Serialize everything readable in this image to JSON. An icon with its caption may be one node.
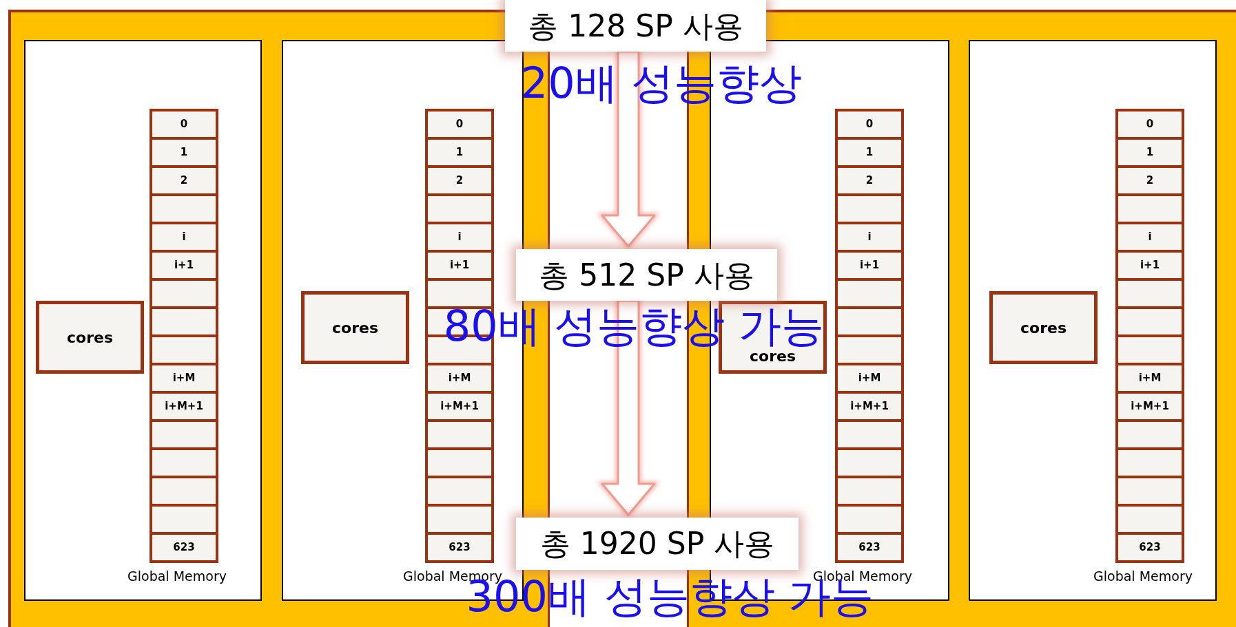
{
  "diagram": {
    "nodes": [
      {
        "text": [
          "Global Memory"
        ]
      },
      {
        "text": [
          "cores"
        ],
        "in": 0
      },
      {
        "text": [
          "0"
        ],
        "in": 0
      },
      {
        "text": [
          "1"
        ],
        "in": 0
      },
      {
        "text": [
          "2"
        ],
        "in": 0
      },
      {
        "text": [],
        "shape": "box",
        "in": 0
      },
      {
        "text": [
          "i"
        ],
        "in": 0
      },
      {
        "text": [
          "i+1"
        ],
        "in": 0
      },
      {
        "text": [],
        "shape": "box",
        "in": 0
      },
      {
        "text": [],
        "shape": "box",
        "in": 0
      },
      {
        "text": [],
        "shape": "box",
        "in": 0
      },
      {
        "text": [
          "i+M"
        ],
        "in": 0
      },
      {
        "text": [
          "i+M+1"
        ],
        "in": 0
      },
      {
        "text": [],
        "shape": "box",
        "in": 0
      },
      {
        "text": [],
        "shape": "box",
        "in": 0
      },
      {
        "text": [],
        "shape": "box",
        "in": 0
      },
      {
        "text": [],
        "shape": "box",
        "in": 0
      },
      {
        "text": [
          "623"
        ],
        "in": 0
      },
      {
        "text": [
          "Global Memory"
        ]
      },
      {
        "text": [
          "cores"
        ],
        "in": 18
      },
      {
        "text": [
          "0"
        ],
        "in": 18
      },
      {
        "text": [
          "1"
        ],
        "in": 18
      },
      {
        "text": [
          "2"
        ],
        "in": 18
      },
      {
        "text": [],
        "shape": "box",
        "in": 18
      },
      {
        "text": [
          "i"
        ],
        "in": 18
      },
      {
        "text": [
          "i+1"
        ],
        "in": 18
      },
      {
        "text": [],
        "shape": "box",
        "in": 18
      },
      {
        "text": [],
        "shape": "box",
        "in": 18
      },
      {
        "text": [],
        "shape": "box",
        "in": 18
      },
      {
        "text": [
          "i+M"
        ],
        "in": 18
      },
      {
        "text": [
          "i+M+1"
        ],
        "in": 18
      },
      {
        "text": [],
        "shape": "box",
        "in": 18
      },
      {
        "text": [],
        "shape": "box",
        "in": 18
      },
      {
        "text": [],
        "shape": "box",
        "in": 18
      },
      {
        "text": [],
        "shape": "box",
        "in": 18
      },
      {
        "text": [
          "623"
        ],
        "in": 18
      },
      {
        "text": [
          "Global Memory"
        ]
      },
      {
        "text": [
          "cores"
        ],
        "in": 36
      },
      {
        "text": [
          "0"
        ],
        "in": 36
      },
      {
        "text": [
          "1"
        ],
        "in": 36
      },
      {
        "text": [
          "2"
        ],
        "in": 36
      },
      {
        "text": [],
        "shape": "box",
        "in": 36
      },
      {
        "text": [
          "i"
        ],
        "in": 36
      },
      {
        "text": [
          "i+1"
        ],
        "in": 36
      },
      {
        "text": [],
        "shape": "box",
        "in": 36
      },
      {
        "text": [],
        "shape": "box",
        "in": 36
      },
      {
        "text": [],
        "shape": "box",
        "in": 36
      },
      {
        "text": [
          "i+M"
        ],
        "in": 36
      },
      {
        "text": [
          "i+M+1"
        ],
        "in": 36
      },
      {
        "text": [],
        "shape": "box",
        "in": 36
      },
      {
        "text": [],
        "shape": "box",
        "in": 36
      },
      {
        "text": [],
        "shape": "box",
        "in": 36
      },
      {
        "text": [],
        "shape": "box",
        "in": 36
      },
      {
        "text": [
          "623"
        ],
        "in": 36
      },
      {
        "text": [
          "Global Memory"
        ]
      },
      {
        "text": [
          "cores"
        ],
        "in": 54
      },
      {
        "text": [
          "0"
        ],
        "in": 54
      },
      {
        "text": [
          "1"
        ],
        "in": 54
      },
      {
        "text": [
          "2"
        ],
        "in": 54
      },
      {
        "text": [],
        "shape": "box",
        "in": 54
      },
      {
        "text": [
          "i"
        ],
        "in": 54
      },
      {
        "text": [
          "i+1"
        ],
        "in": 54
      },
      {
        "text": [],
        "shape": "box",
        "in": 54
      },
      {
        "text": [],
        "shape": "box",
        "in": 54
      },
      {
        "text": [],
        "shape": "box",
        "in": 54
      },
      {
        "text": [
          "i+M"
        ],
        "in": 54
      },
      {
        "text": [
          "i+M+1"
        ],
        "in": 54
      },
      {
        "text": [],
        "shape": "box",
        "in": 54
      },
      {
        "text": [],
        "shape": "box",
        "in": 54
      },
      {
        "text": [],
        "shape": "box",
        "in": 54
      },
      {
        "text": [],
        "shape": "box",
        "in": 54
      },
      {
        "text": [
          "623"
        ],
        "in": 54
      },
      {
        "text": [
          "총 128 SP 사용"
        ],
        "beside": [
          "20배 성능향상"
        ]
      },
      {
        "text": [
          "총 512 SP 사용"
        ],
        "beside": [
          "80배 성능향상 가능"
        ]
      },
      {
        "text": [
          "총 1920 SP 사용"
        ],
        "beside": [
          "300배 성능향상 가능"
        ]
      }
    ],
    "edges": [
      {
        "from": 72,
        "to": 73,
        "arrow": "to"
      },
      {
        "from": 73,
        "to": 74,
        "arrow": "to"
      }
    ]
  }
}
